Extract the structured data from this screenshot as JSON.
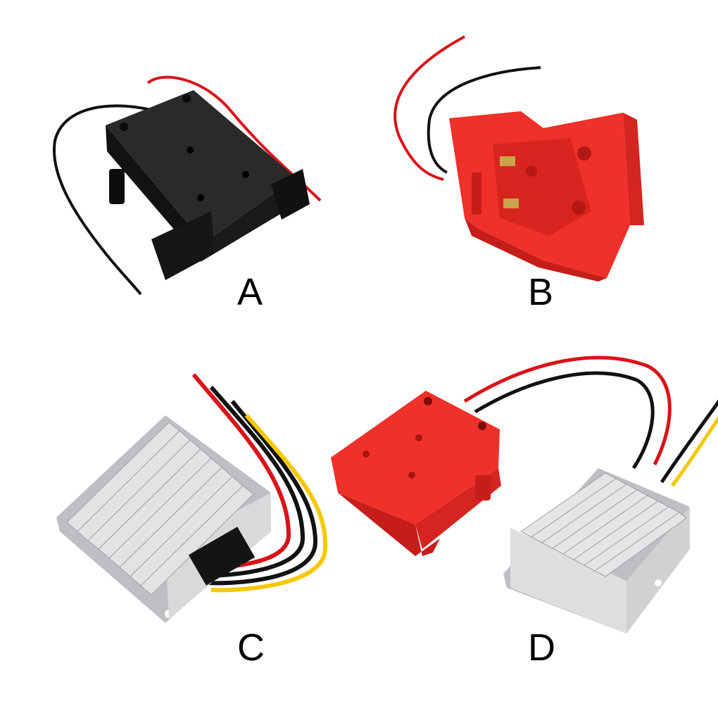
{
  "labels": {
    "a": "A",
    "b": "B",
    "c": "C",
    "d": "D"
  },
  "colors": {
    "black_housing": "#1b1b1b",
    "red_housing": "#f0302a",
    "aluminum": "#c9cbcd",
    "wire_red": "#d8141a",
    "wire_black": "#111111",
    "wire_yellow": "#f5c800"
  }
}
